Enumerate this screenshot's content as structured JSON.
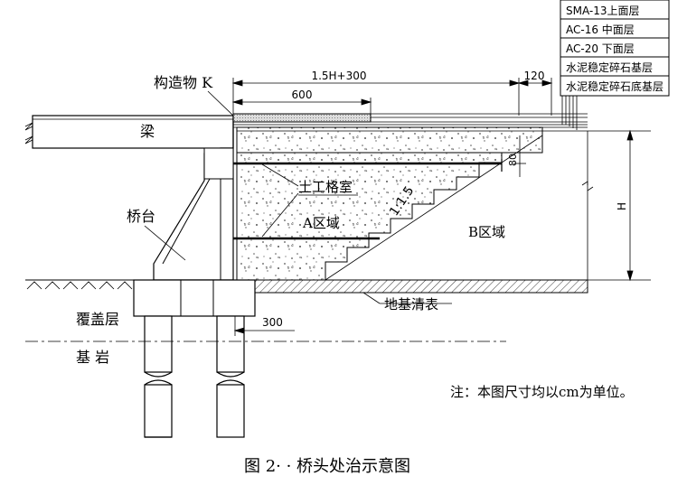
{
  "layers": [
    "SMA-13上面层",
    "AC-16 中面层",
    "AC-20 下面层",
    "水泥稳定碎石基层",
    "水泥稳定碎石底基层"
  ],
  "labels": {
    "structure_k": "构造物 K",
    "beam": "梁",
    "abutment": "桥台",
    "geocell": "土工格室",
    "zone_a": "A区域",
    "zone_b": "B区域",
    "slope": "1:1.5",
    "foundation_clearing": "地基清表",
    "overburden": "覆盖层",
    "bedrock": "基  岩"
  },
  "dimensions": {
    "overall": "1.5H+300",
    "left": "600",
    "right": "120",
    "vertical": "80",
    "height": "H",
    "pile_offset": "300"
  },
  "note": "注：本图尺寸均以cm为单位。",
  "caption": "图 2· · 桥头处治示意图"
}
